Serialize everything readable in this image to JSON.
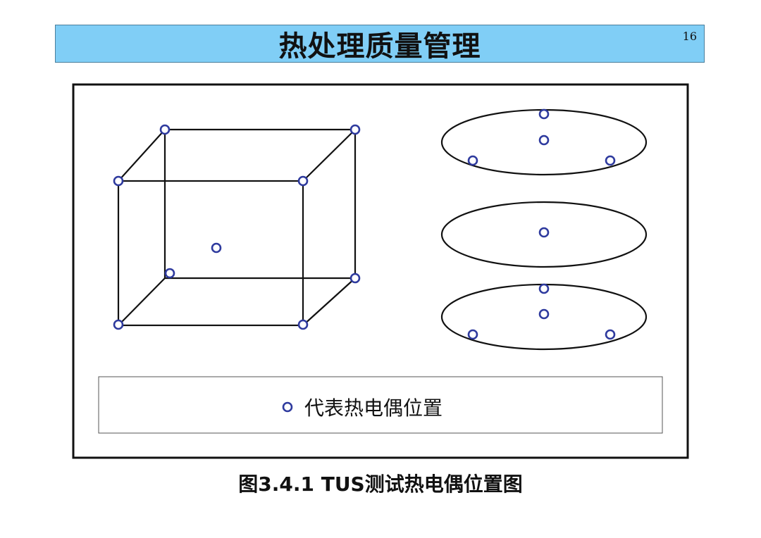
{
  "header": {
    "title": "热处理质量管理",
    "page_number": "16"
  },
  "legend": {
    "label": "代表热电偶位置"
  },
  "caption": "图3.4.1 TUS测试热电偶位置图",
  "colors": {
    "title_bar": "#80cef6",
    "thermocouple_marker": "#2e3a9e",
    "line": "#111111"
  },
  "icons": {
    "thermocouple": "circle-outline-icon"
  },
  "diagram": {
    "cube_label": "",
    "ellipses": [
      {
        "name": "upper-layer",
        "thermocouples": 4
      },
      {
        "name": "middle-layer",
        "thermocouples": 1
      },
      {
        "name": "lower-layer",
        "thermocouples": 4
      }
    ],
    "cube_thermocouples": 9
  }
}
